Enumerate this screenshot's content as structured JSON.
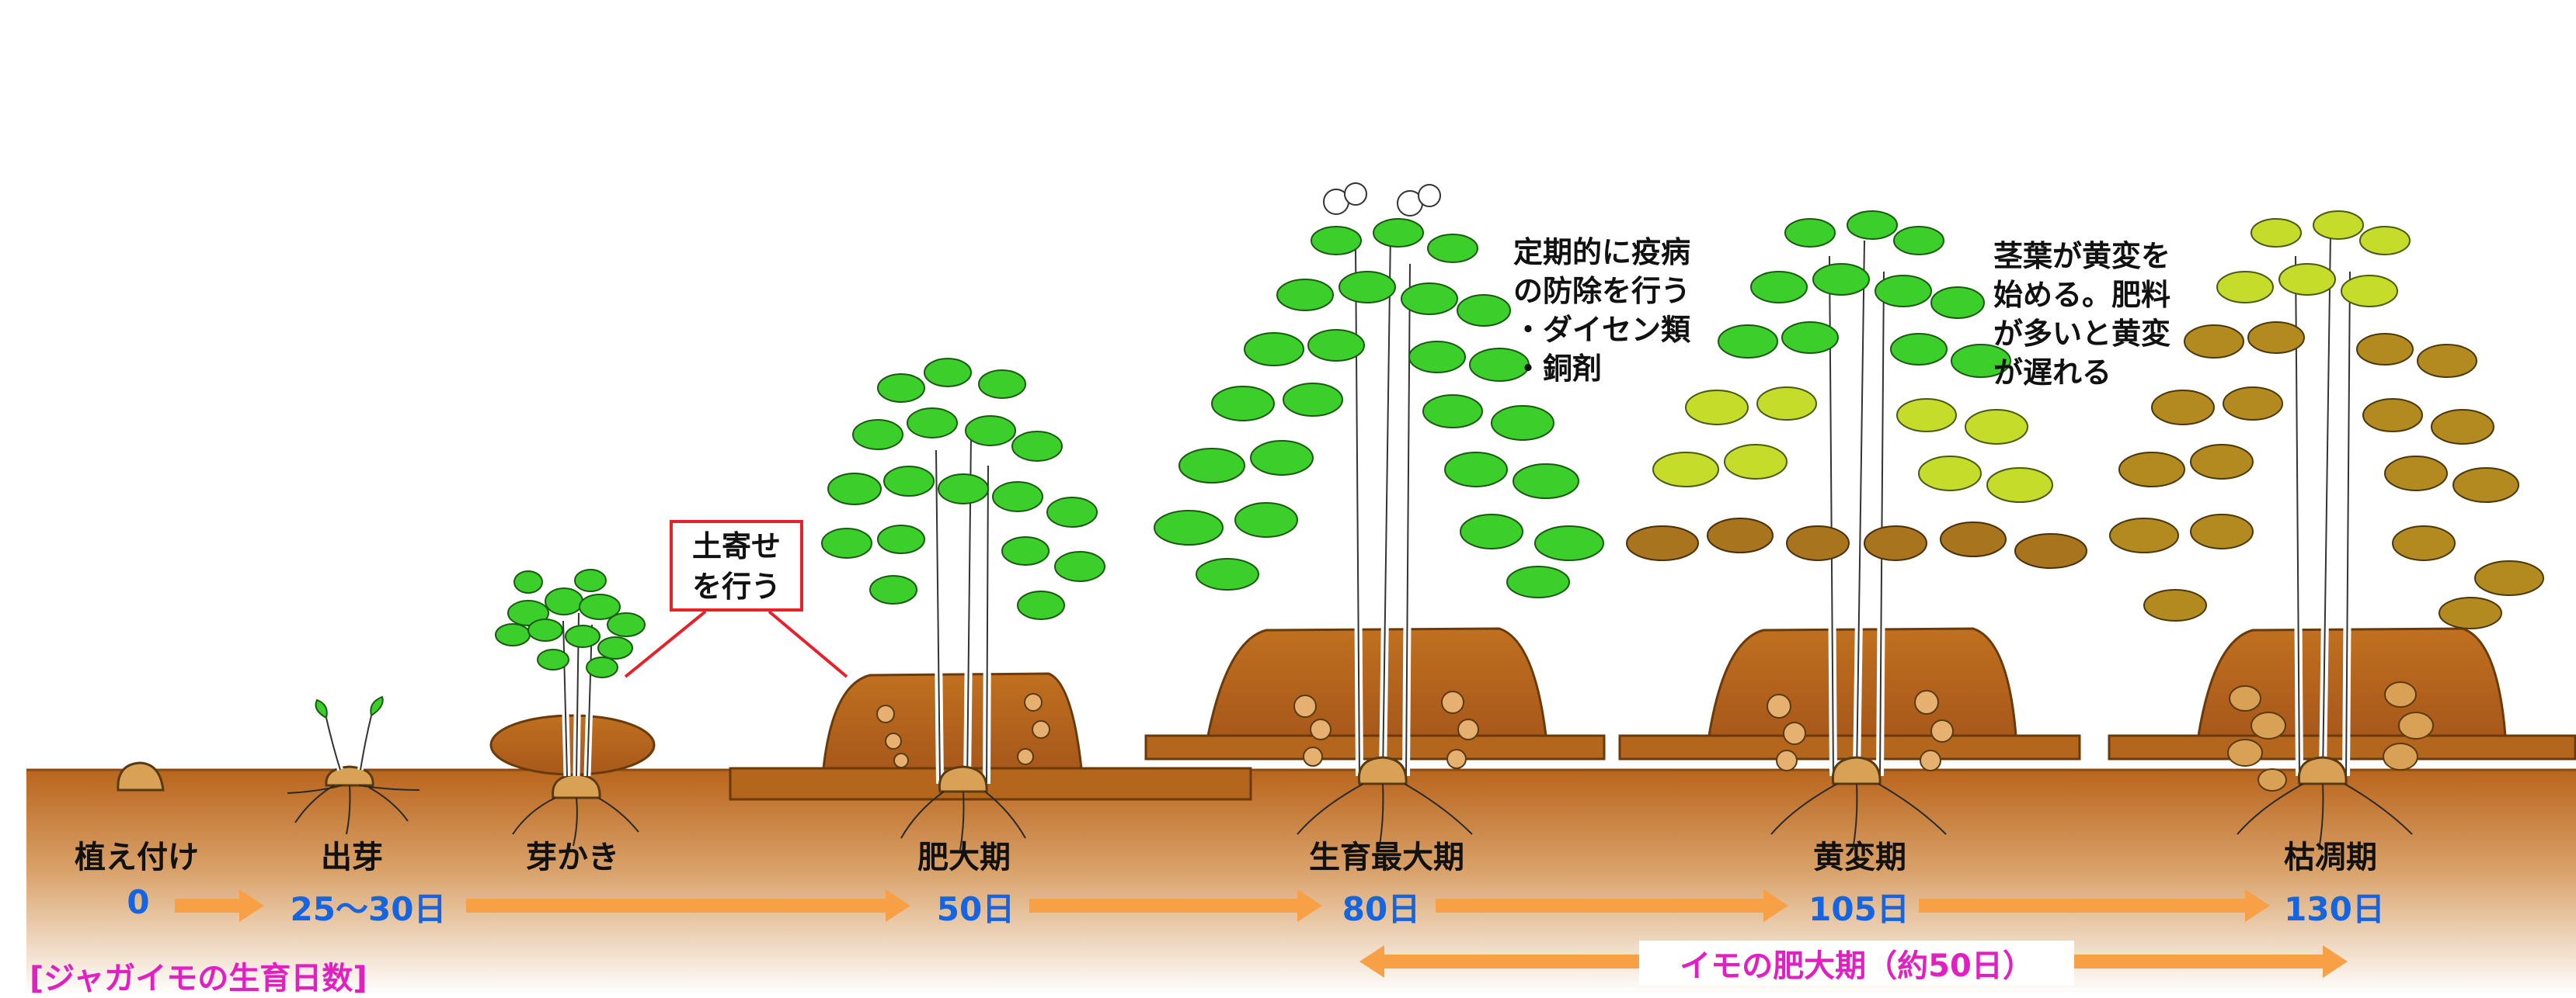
{
  "stages": [
    {
      "name": "植え付け",
      "day": "0"
    },
    {
      "name": "出芽",
      "day": "25〜30日"
    },
    {
      "name": "芽かき",
      "day": ""
    },
    {
      "name": "肥大期",
      "day": "50日"
    },
    {
      "name": "生育最大期",
      "day": "80日"
    },
    {
      "name": "黄変期",
      "day": "105日"
    },
    {
      "name": "枯凋期",
      "day": "130日"
    }
  ],
  "callout": {
    "line1": "土寄せ",
    "line2": "を行う"
  },
  "note_disease": {
    "lines": [
      "定期的に疫病",
      "の防除を行う",
      "・ダイセン類",
      "・銅剤"
    ]
  },
  "note_yellow": {
    "lines": [
      "茎葉が黄変を",
      "始める。肥料",
      "が多いと黄変",
      "が遅れる"
    ]
  },
  "caption": "[ジャガイモの生育日数]",
  "tuber_period": "イモの肥大期（約50日）",
  "colors": {
    "soil_top": "#b9651c",
    "soil_bottom": "#ffffff",
    "mound": "#b5661d",
    "leaf_green": "#3ccf2c",
    "leaf_yellow": "#c6dc2a",
    "leaf_brown": "#b38a20",
    "arrow": "#f7a046",
    "day_text": "#1565e0",
    "highlight": "#e020c0",
    "callout_border": "#e8202a"
  }
}
